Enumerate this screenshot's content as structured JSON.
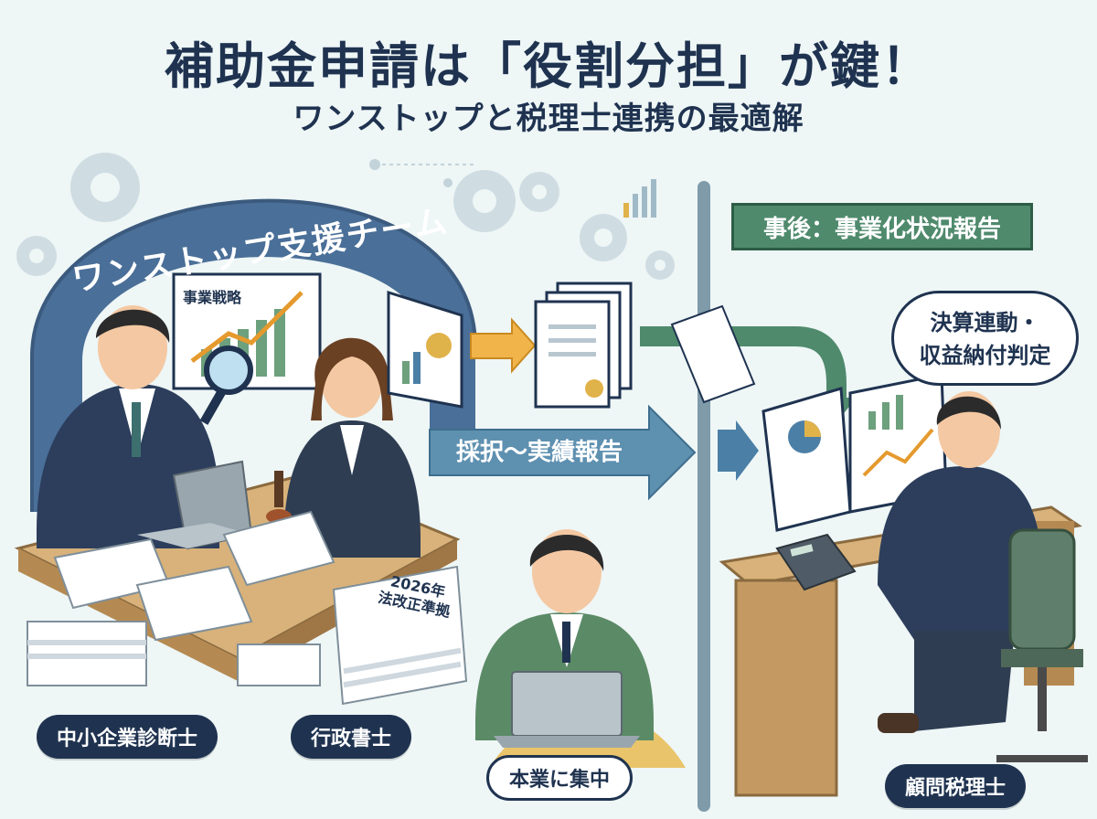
{
  "header": {
    "title": "補助金申請は「役割分担」が鍵！",
    "subtitle": "ワンストップと税理士連携の最適解"
  },
  "team": {
    "label": "ワンストップ支援チーム",
    "chart_title": "事業戦略",
    "document_label": "2026年\n法改正準拠"
  },
  "flow": {
    "arrow_label": "採択～実績報告"
  },
  "right": {
    "banner": "事後：事業化状況報告",
    "bubble_line1": "決算連動・",
    "bubble_line2": "収益納付判定"
  },
  "roles": {
    "consultant": "中小企業診断士",
    "scrivener": "行政書士",
    "owner": "本業に集中",
    "tax_accountant": "顧問税理士"
  },
  "colors": {
    "navy": "#1f3350",
    "green": "#4f8a6c",
    "arrow_blue": "#4b7fa6",
    "arc": "#4a6f98"
  }
}
